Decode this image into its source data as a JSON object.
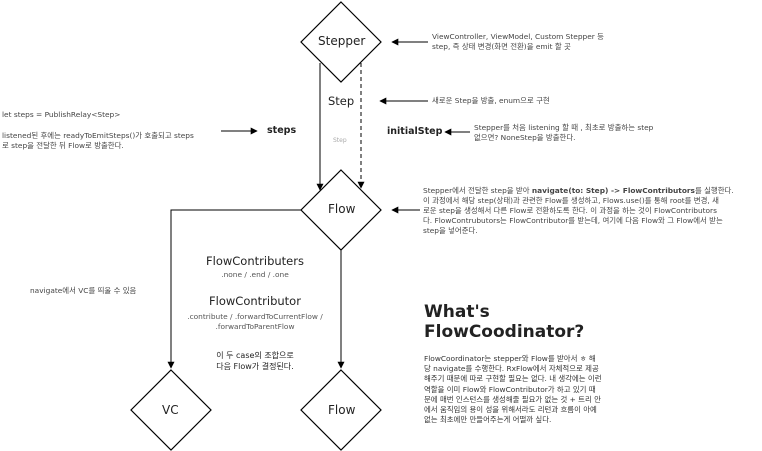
{
  "nodes": {
    "stepper": "Stepper",
    "flow_top": "Flow",
    "vc": "VC",
    "flow_bottom": "Flow"
  },
  "labels": {
    "step": "Step",
    "step_small": "Step",
    "steps": "steps",
    "initial_step": "initialStep"
  },
  "notes": {
    "stepper_desc_1": "ViewController, ViewModel, Custom Stepper 등",
    "stepper_desc_2": "step, 즉 상태 변경(화면 전환)을 emit 할 곳",
    "step_desc": "새로운 Step을 방출, enum으로 구현",
    "initial_desc_1": "Stepper를 처음 listening 할 때 , 최초로 방출하는  step",
    "initial_desc_2": "없으면? NoneStep을 방출한다.",
    "let_steps": "let steps = PublishRelay<Step>",
    "listened_1": "listened된 후에는 readyToEmitSteps()가 호출되고 steps",
    "listened_2": "로 step을 전달한 뒤 Flow로 방출한다.",
    "flow_desc_1a": "Stepper에서 전달한 step을 받아 ",
    "flow_desc_1b": "navigate(to: Step) -> FlowContributors",
    "flow_desc_1c": "를 실행한다.",
    "flow_desc_2": "이 과정에서 해당 step(상태)과 관련한 Flow를 생성하고, Flows.use()를 통해 root를 변경, 새",
    "flow_desc_3": "로운 step을 생성해서 다른 Flow로 전환하도록 한다. 이 과정을 하는 것이 FlowContributors",
    "flow_desc_4": "다. FlowContrubutors는 FlowContributor를 받는데, 여기에 다음 Flow와 그 Flow에서 받는",
    "flow_desc_5": "step을 넣어준다.",
    "navigate_note": "navigate에서 VC를 띄울 수 있음"
  },
  "contributors": {
    "title": "FlowContributers",
    "cases": ".none / .end / .one",
    "sub_title": "FlowContributor",
    "sub_cases_1": ".contribute / .forwardToCurrentFlow /",
    "sub_cases_2": ".forwardToParentFlow",
    "combo_1": "이 두 case의 조합으로",
    "combo_2": "다음 Flow가 결정된다."
  },
  "coordinator": {
    "title_1": "What's",
    "title_2": "FlowCoodinator?",
    "body": "FlowCoordinator는 stepper와 Flow를 받아서 ㅎ 해당 navigate를 수행한다. RxFlow에서 자체적으로 제공해주기 때문에 따로 구현할 필요는 없다. 내 생각에는 이런 역할을 이미 Flow와 FlowContributor가 하고 있기 때문에 매번 인스턴스를 생성해줄 필요가 없는 것 + 트리 안에서 움직임의 용이 성을 위해서라도 리턴과 흐름이 아예 없는 최초에만 만들어주는게 어떨까 싶다."
  }
}
